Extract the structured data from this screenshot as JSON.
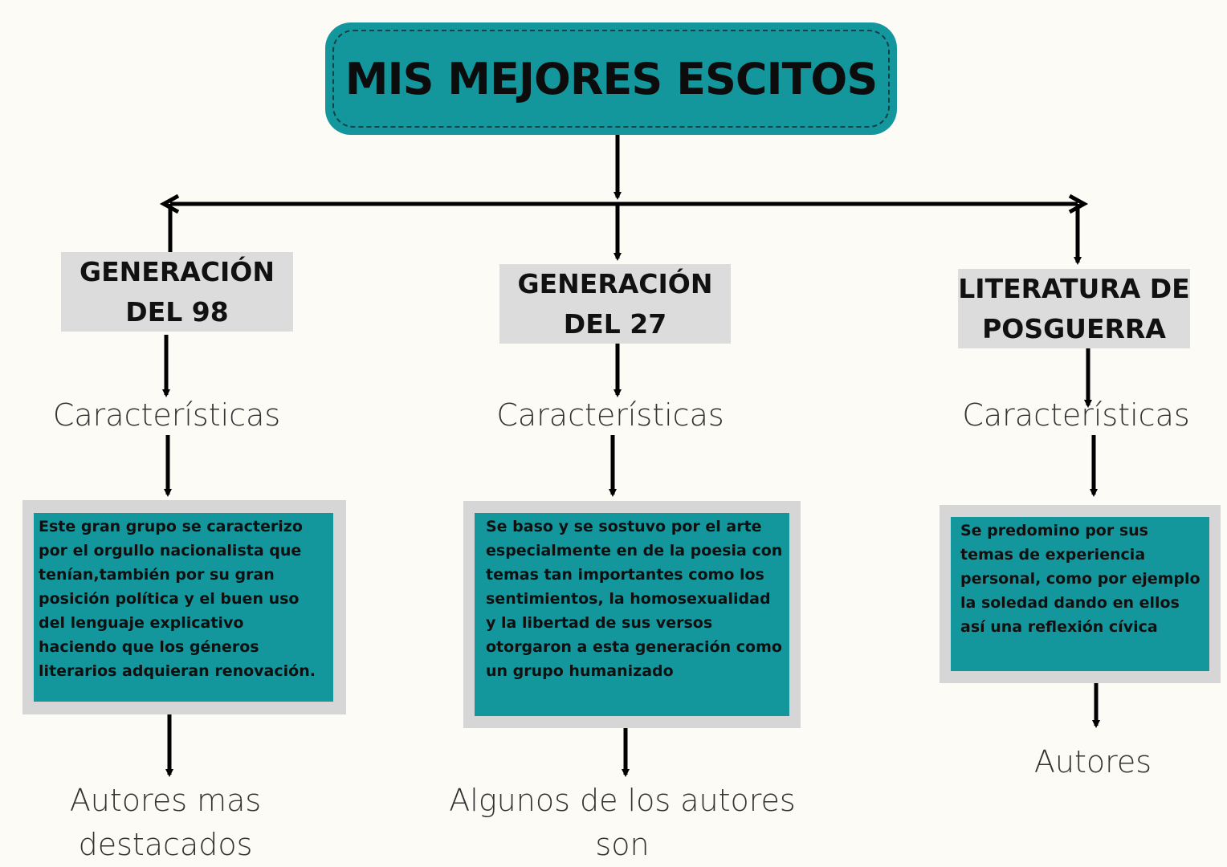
{
  "title": "MIS MEJORES ESCITOS",
  "colors": {
    "teal": "#14969d",
    "gray_box": "#dcdcdc",
    "background": "#fcfbf6",
    "line": "#000000"
  },
  "columns": [
    {
      "heading": "GENERACIÓN\nDEL 98",
      "characteristics_label": "Características",
      "description": "Este gran grupo se caracterizo por el orgullo nacionalista que tenían,también por su gran posición política y el buen uso del lenguaje explicativo haciendo que los géneros literarios adquieran renovación.",
      "authors_label": "Autores mas\ndestacados"
    },
    {
      "heading": "GENERACIÓN\nDEL 27",
      "characteristics_label": "Características",
      "description": "Se baso y se sostuvo por  el arte especialmente en de la poesia con temas tan importantes como los sentimientos, la homosexualidad y la libertad de sus versos otorgaron a esta generación como un grupo humanizado",
      "authors_label": "Algunos de los autores\nson"
    },
    {
      "heading": "LITERATURA DE\nPOSGUERRA",
      "characteristics_label": "Características",
      "description": "Se predomino por sus temas de experiencia personal,  como por ejemplo la soledad dando en ellos así una reflexión cívica",
      "authors_label": "Autores"
    }
  ]
}
